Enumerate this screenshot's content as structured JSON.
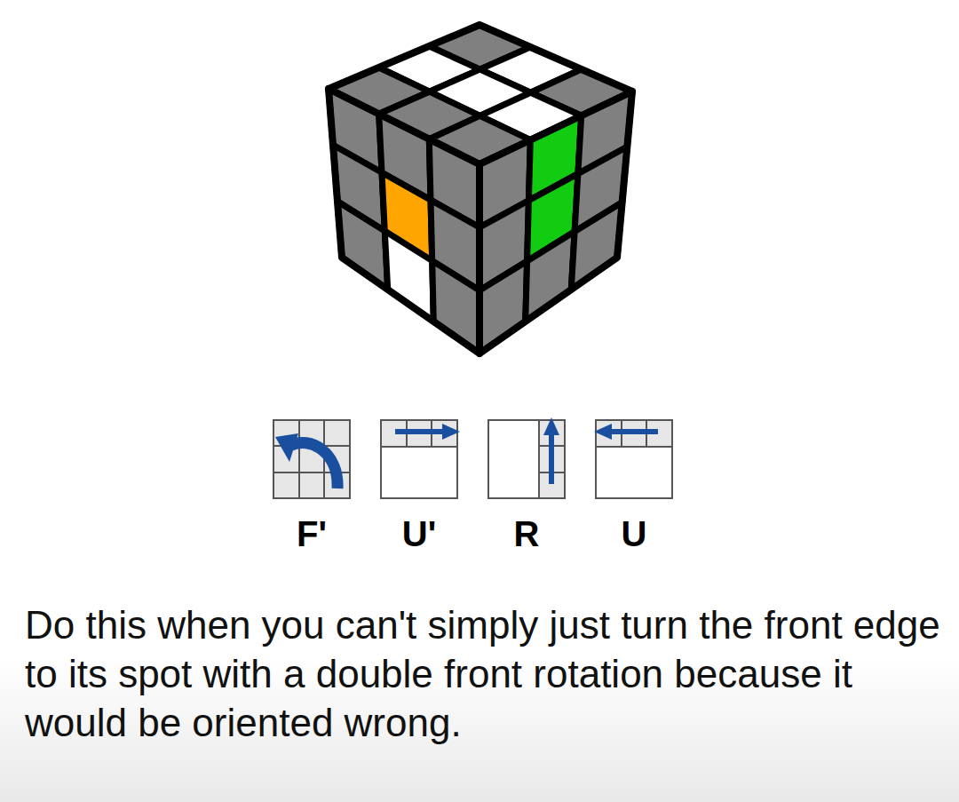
{
  "diagram": {
    "caption": "Do this when you can't simply just turn the front edge to its spot with a double front rotation because it would be oriented wrong.",
    "labels": [
      "F'",
      "U'",
      "R",
      "U"
    ]
  }
}
